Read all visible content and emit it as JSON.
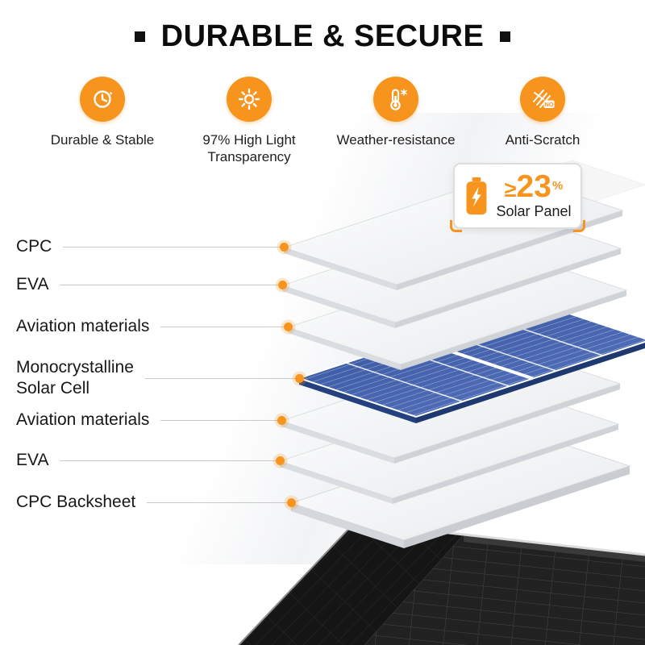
{
  "header": {
    "title": "DURABLE & SECURE"
  },
  "features": [
    {
      "label": "Durable & Stable",
      "icon": "clock-durable-icon"
    },
    {
      "label": "97% High Light Transparency",
      "icon": "sun-transparency-icon"
    },
    {
      "label": "Weather-resistance",
      "icon": "thermometer-weather-icon"
    },
    {
      "label": "Anti-Scratch",
      "icon": "anti-scratch-icon",
      "tag": "NO"
    }
  ],
  "badge": {
    "ge": "≥",
    "value": "23",
    "percent": "%",
    "label": "Solar Panel",
    "icon": "battery-charge-icon"
  },
  "layers": [
    {
      "label": "CPC"
    },
    {
      "label": "EVA"
    },
    {
      "label": "Aviation materials"
    },
    {
      "label": "Monocrystalline Solar Cell",
      "line1": "Monocrystalline",
      "line2": "Solar Cell"
    },
    {
      "label": "Aviation materials"
    },
    {
      "label": "EVA"
    },
    {
      "label": "CPC Backsheet"
    }
  ],
  "colors": {
    "accent": "#F7941E",
    "cell_blue": "#3a5ba8",
    "title": "#0c0c0c"
  }
}
